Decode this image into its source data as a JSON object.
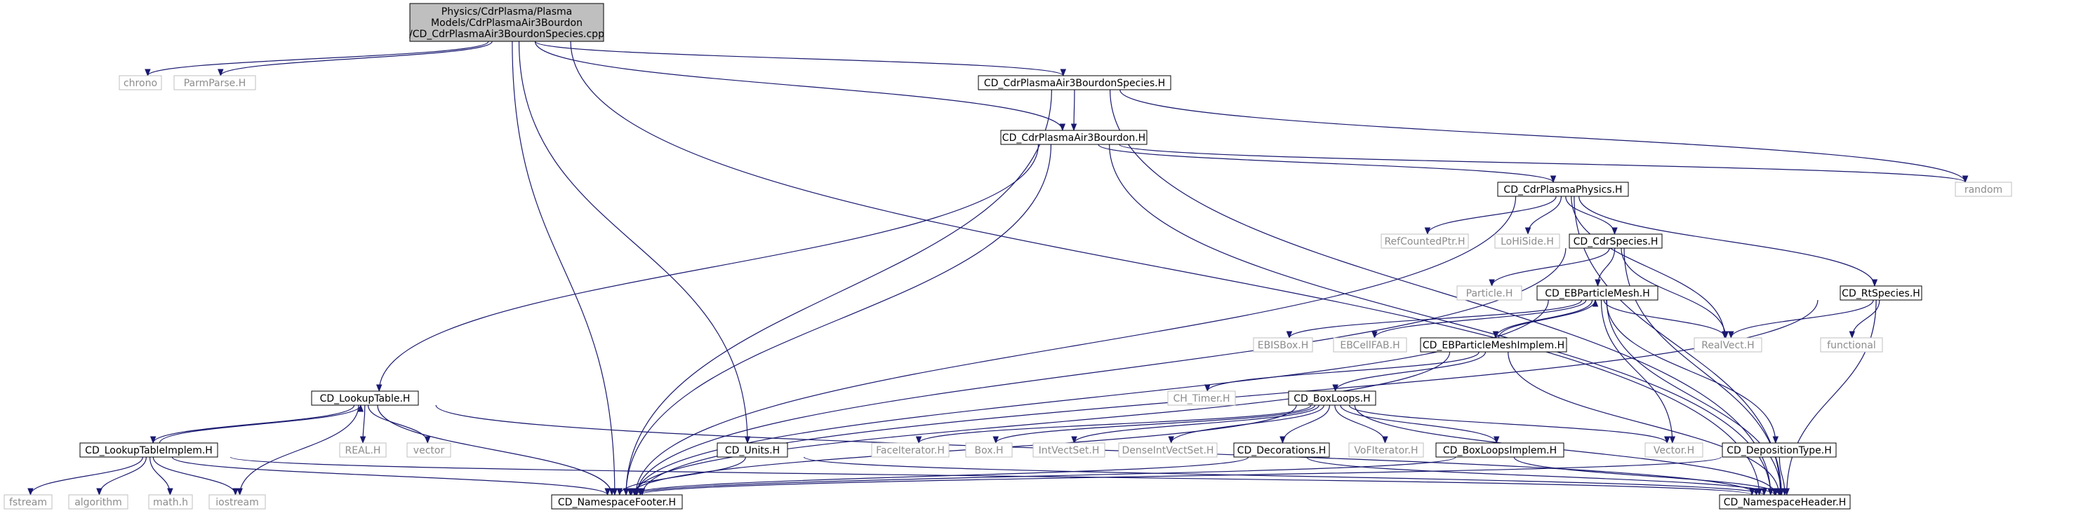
{
  "diagram": {
    "edge_color": "#191970",
    "root_fill": "#bfbfbf",
    "external_border_color": "#bfbfbf",
    "nodes": [
      {
        "id": "root",
        "lines": [
          "Physics/CdrPlasma/Plasma",
          "Models/CdrPlasmaAir3Bourdon",
          "/CD_CdrPlasmaAir3BourdonSpecies.cpp"
        ],
        "kind": "root"
      },
      {
        "id": "chrono",
        "lines": [
          "chrono"
        ],
        "kind": "external"
      },
      {
        "id": "parmparse",
        "lines": [
          "ParmParse.H"
        ],
        "kind": "external"
      },
      {
        "id": "species_h",
        "lines": [
          "CD_CdrPlasmaAir3BourdonSpecies.H"
        ],
        "kind": "internal"
      },
      {
        "id": "bourdon_h",
        "lines": [
          "CD_CdrPlasmaAir3Bourdon.H"
        ],
        "kind": "internal"
      },
      {
        "id": "random",
        "lines": [
          "random"
        ],
        "kind": "external"
      },
      {
        "id": "physics_h",
        "lines": [
          "CD_CdrPlasmaPhysics.H"
        ],
        "kind": "internal"
      },
      {
        "id": "refcounted",
        "lines": [
          "RefCountedPtr.H"
        ],
        "kind": "external"
      },
      {
        "id": "lohiside",
        "lines": [
          "LoHiSide.H"
        ],
        "kind": "external"
      },
      {
        "id": "cdrspecies",
        "lines": [
          "CD_CdrSpecies.H"
        ],
        "kind": "internal"
      },
      {
        "id": "particle",
        "lines": [
          "Particle.H"
        ],
        "kind": "external"
      },
      {
        "id": "ebpm",
        "lines": [
          "CD_EBParticleMesh.H"
        ],
        "kind": "internal"
      },
      {
        "id": "rtspecies",
        "lines": [
          "CD_RtSpecies.H"
        ],
        "kind": "internal"
      },
      {
        "id": "ebisbox",
        "lines": [
          "EBISBox.H"
        ],
        "kind": "external"
      },
      {
        "id": "ebcellfab",
        "lines": [
          "EBCellFAB.H"
        ],
        "kind": "external"
      },
      {
        "id": "ebpmi",
        "lines": [
          "CD_EBParticleMeshImplem.H"
        ],
        "kind": "internal"
      },
      {
        "id": "realvect",
        "lines": [
          "RealVect.H"
        ],
        "kind": "external"
      },
      {
        "id": "functional",
        "lines": [
          "functional"
        ],
        "kind": "external"
      },
      {
        "id": "lookup",
        "lines": [
          "CD_LookupTable.H"
        ],
        "kind": "internal"
      },
      {
        "id": "chtimer",
        "lines": [
          "CH_Timer.H"
        ],
        "kind": "external"
      },
      {
        "id": "boxloops",
        "lines": [
          "CD_BoxLoops.H"
        ],
        "kind": "internal"
      },
      {
        "id": "real",
        "lines": [
          "REAL.H"
        ],
        "kind": "external"
      },
      {
        "id": "vector",
        "lines": [
          "vector"
        ],
        "kind": "external"
      },
      {
        "id": "lookupimpl",
        "lines": [
          "CD_LookupTableImplem.H"
        ],
        "kind": "internal"
      },
      {
        "id": "units",
        "lines": [
          "CD_Units.H"
        ],
        "kind": "internal"
      },
      {
        "id": "faceiter",
        "lines": [
          "FaceIterator.H"
        ],
        "kind": "external"
      },
      {
        "id": "box",
        "lines": [
          "Box.H"
        ],
        "kind": "external"
      },
      {
        "id": "intvectset",
        "lines": [
          "IntVectSet.H"
        ],
        "kind": "external"
      },
      {
        "id": "denseivs",
        "lines": [
          "DenseIntVectSet.H"
        ],
        "kind": "external"
      },
      {
        "id": "decorations",
        "lines": [
          "CD_Decorations.H"
        ],
        "kind": "internal"
      },
      {
        "id": "vofiter",
        "lines": [
          "VoFIterator.H"
        ],
        "kind": "external"
      },
      {
        "id": "boxloopsimpl",
        "lines": [
          "CD_BoxLoopsImplem.H"
        ],
        "kind": "internal"
      },
      {
        "id": "vectorh",
        "lines": [
          "Vector.H"
        ],
        "kind": "external"
      },
      {
        "id": "deposition",
        "lines": [
          "CD_DepositionType.H"
        ],
        "kind": "internal"
      },
      {
        "id": "fstream",
        "lines": [
          "fstream"
        ],
        "kind": "external"
      },
      {
        "id": "algorithm",
        "lines": [
          "algorithm"
        ],
        "kind": "external"
      },
      {
        "id": "mathh",
        "lines": [
          "math.h"
        ],
        "kind": "external"
      },
      {
        "id": "iostream",
        "lines": [
          "iostream"
        ],
        "kind": "external"
      },
      {
        "id": "nsfooter",
        "lines": [
          "CD_NamespaceFooter.H"
        ],
        "kind": "internal"
      },
      {
        "id": "nsheader",
        "lines": [
          "CD_NamespaceHeader.H"
        ],
        "kind": "internal"
      }
    ],
    "edges": [
      [
        "root",
        "chrono"
      ],
      [
        "root",
        "parmparse"
      ],
      [
        "root",
        "species_h"
      ],
      [
        "root",
        "bourdon_h"
      ],
      [
        "root",
        "units"
      ],
      [
        "root",
        "nsfooter"
      ],
      [
        "root",
        "nsheader"
      ],
      [
        "species_h",
        "bourdon_h"
      ],
      [
        "species_h",
        "random"
      ],
      [
        "species_h",
        "nsfooter"
      ],
      [
        "species_h",
        "nsheader"
      ],
      [
        "bourdon_h",
        "random"
      ],
      [
        "bourdon_h",
        "physics_h"
      ],
      [
        "bourdon_h",
        "lookup"
      ],
      [
        "bourdon_h",
        "nsfooter"
      ],
      [
        "bourdon_h",
        "nsheader"
      ],
      [
        "physics_h",
        "refcounted"
      ],
      [
        "physics_h",
        "lohiside"
      ],
      [
        "physics_h",
        "cdrspecies"
      ],
      [
        "physics_h",
        "rtspecies"
      ],
      [
        "physics_h",
        "realvect"
      ],
      [
        "physics_h",
        "nsfooter"
      ],
      [
        "physics_h",
        "nsheader"
      ],
      [
        "cdrspecies",
        "particle"
      ],
      [
        "cdrspecies",
        "ebpm"
      ],
      [
        "cdrspecies",
        "realvect"
      ],
      [
        "cdrspecies",
        "nsfooter"
      ],
      [
        "cdrspecies",
        "nsheader"
      ],
      [
        "rtspecies",
        "realvect"
      ],
      [
        "rtspecies",
        "functional"
      ],
      [
        "rtspecies",
        "nsfooter"
      ],
      [
        "rtspecies",
        "nsheader"
      ],
      [
        "ebpm",
        "ebisbox"
      ],
      [
        "ebpm",
        "ebcellfab"
      ],
      [
        "ebpm",
        "ebpmi"
      ],
      [
        "ebpm",
        "realvect"
      ],
      [
        "ebpm",
        "vectorh"
      ],
      [
        "ebpm",
        "deposition"
      ],
      [
        "ebpm",
        "nsfooter"
      ],
      [
        "ebpm",
        "nsheader"
      ],
      [
        "ebpmi",
        "ebpm"
      ],
      [
        "ebpmi",
        "chtimer"
      ],
      [
        "ebpmi",
        "boxloops"
      ],
      [
        "ebpmi",
        "nsfooter"
      ],
      [
        "ebpmi",
        "nsheader"
      ],
      [
        "boxloops",
        "faceiter"
      ],
      [
        "boxloops",
        "box"
      ],
      [
        "boxloops",
        "intvectset"
      ],
      [
        "boxloops",
        "denseivs"
      ],
      [
        "boxloops",
        "decorations"
      ],
      [
        "boxloops",
        "vofiter"
      ],
      [
        "boxloops",
        "boxloopsimpl"
      ],
      [
        "boxloops",
        "vectorh"
      ],
      [
        "boxloops",
        "nsfooter"
      ],
      [
        "boxloops",
        "nsheader"
      ],
      [
        "decorations",
        "nsfooter"
      ],
      [
        "decorations",
        "nsheader"
      ],
      [
        "boxloopsimpl",
        "nsfooter"
      ],
      [
        "boxloopsimpl",
        "nsheader"
      ],
      [
        "deposition",
        "nsfooter"
      ],
      [
        "deposition",
        "nsheader"
      ],
      [
        "lookup",
        "real"
      ],
      [
        "lookup",
        "vector"
      ],
      [
        "lookup",
        "lookupimpl"
      ],
      [
        "lookup",
        "iostream"
      ],
      [
        "lookup",
        "nsfooter"
      ],
      [
        "lookup",
        "nsheader"
      ],
      [
        "lookupimpl",
        "lookup"
      ],
      [
        "lookupimpl",
        "fstream"
      ],
      [
        "lookupimpl",
        "algorithm"
      ],
      [
        "lookupimpl",
        "mathh"
      ],
      [
        "lookupimpl",
        "iostream"
      ],
      [
        "lookupimpl",
        "nsfooter"
      ],
      [
        "lookupimpl",
        "nsheader"
      ],
      [
        "units",
        "nsfooter"
      ],
      [
        "units",
        "nsheader"
      ]
    ]
  }
}
